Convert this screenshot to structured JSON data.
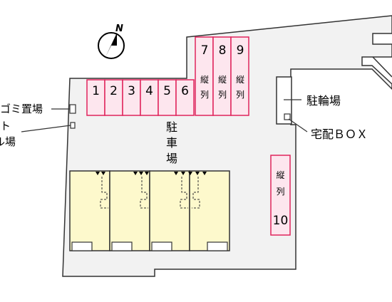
{
  "compass": {
    "label": "N"
  },
  "parking_label": [
    "駐",
    "車",
    "場"
  ],
  "spaces_horizontal": [
    "1",
    "2",
    "3",
    "4",
    "5",
    "6"
  ],
  "spaces_vertical_stack": [
    {
      "number": "7",
      "note": [
        "縦",
        "列"
      ]
    },
    {
      "number": "8",
      "note": [
        "縦",
        "列"
      ]
    },
    {
      "number": "9",
      "note": [
        "縦",
        "列"
      ]
    }
  ],
  "space_10": {
    "note": [
      "縦",
      "列"
    ],
    "number": "10"
  },
  "labels": {
    "garbage": "ゴミ置場",
    "lamp_top": "ト",
    "lamp_bottom": "ル場",
    "bicycle": "駐輪場",
    "delivery_box": "宅配ＢＯＸ"
  },
  "colors": {
    "space_fill": "#fde6ee",
    "space_stroke": "#e0245c",
    "building_fill": "#fdf9cc",
    "site_fill": "#f2f2f2"
  }
}
